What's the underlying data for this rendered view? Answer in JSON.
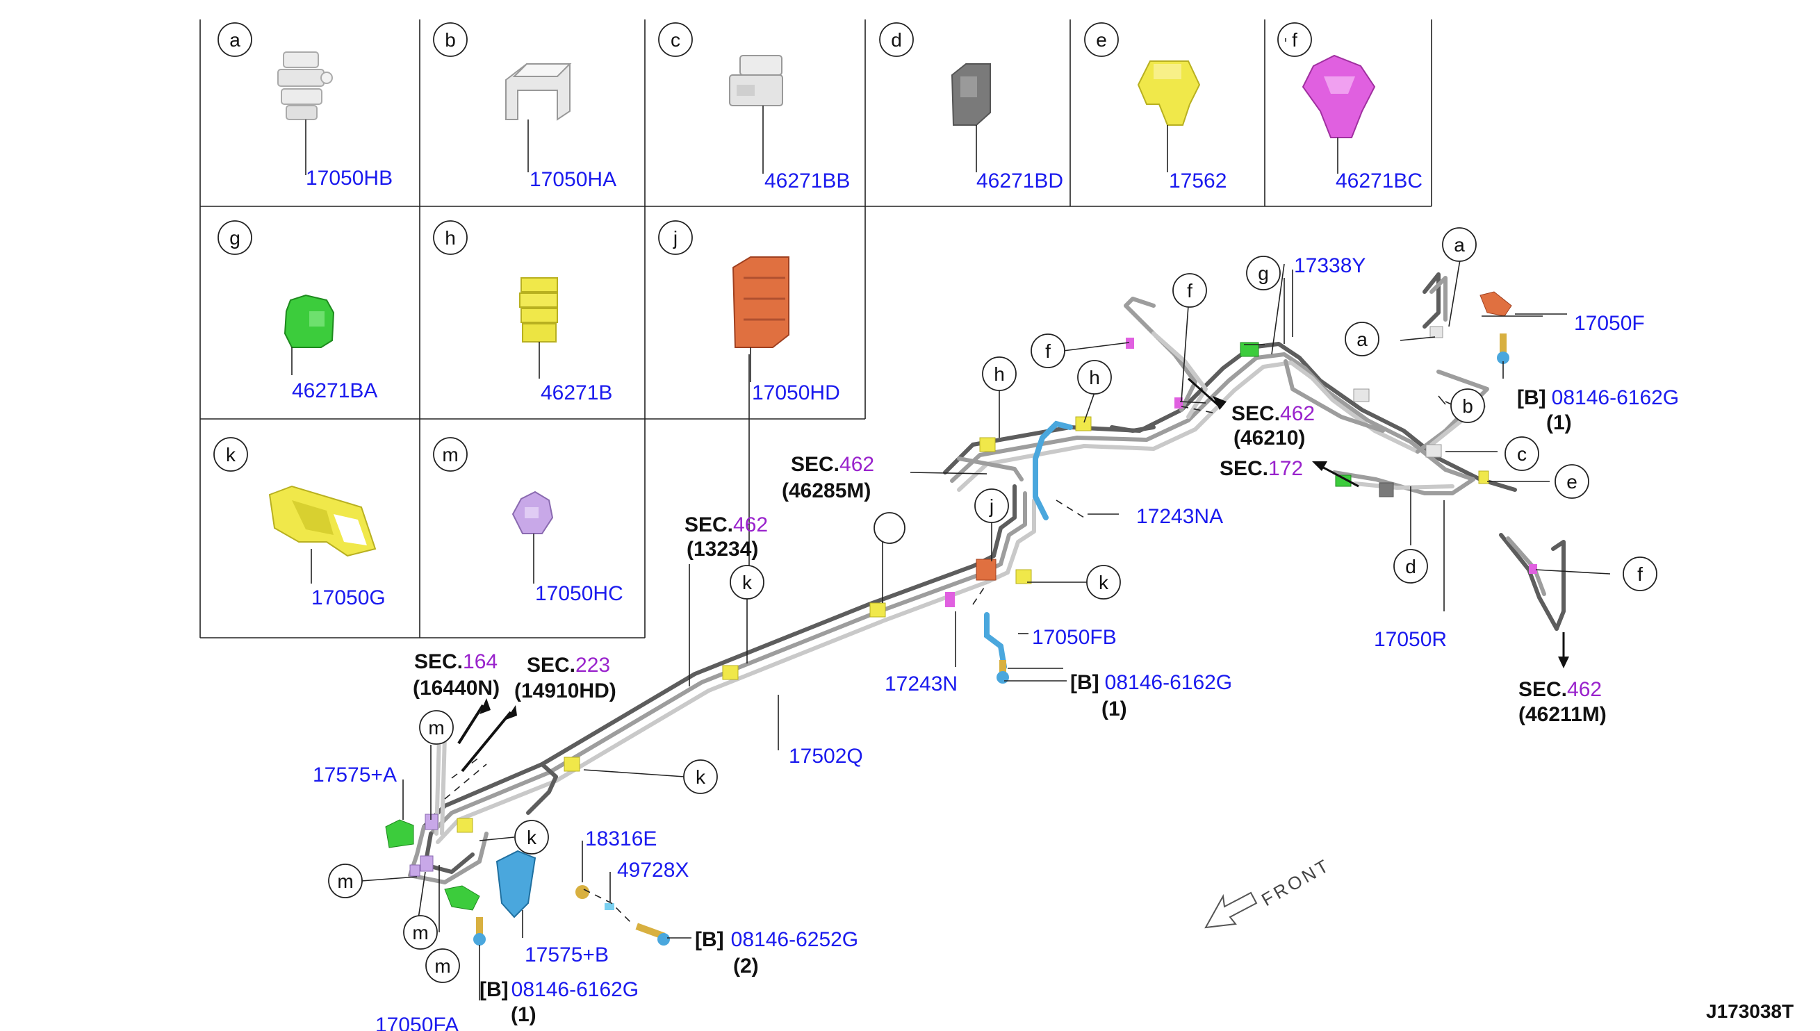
{
  "colors": {
    "part_number": "#1a1aee",
    "section_number": "#9922cc",
    "clip_white": "#e6e6e6",
    "clip_gray": "#7a7a7a",
    "clip_yellow": "#f0e84a",
    "clip_magenta": "#e060e0",
    "clip_green": "#3ccc3c",
    "clip_orange": "#e07040",
    "clip_lavender": "#c8a8e8",
    "clip_blue": "#4aa7dd"
  },
  "legend": [
    {
      "letter": "a",
      "part": "17050HB",
      "icon": "white-clip-icon"
    },
    {
      "letter": "b",
      "part": "17050HA",
      "icon": "white-clip-icon"
    },
    {
      "letter": "c",
      "part": "46271BB",
      "icon": "white-clip-icon"
    },
    {
      "letter": "d",
      "part": "46271BD",
      "icon": "gray-clip-icon"
    },
    {
      "letter": "e",
      "part": "17562",
      "icon": "yellow-clip-icon"
    },
    {
      "letter": "f",
      "part": "46271BC",
      "icon": "magenta-clip-icon"
    },
    {
      "letter": "g",
      "part": "46271BA",
      "icon": "green-clip-icon"
    },
    {
      "letter": "h",
      "part": "46271B",
      "icon": "yellow-clip-icon"
    },
    {
      "letter": "j",
      "part": "17050HD",
      "icon": "orange-clip-icon"
    },
    {
      "letter": "k",
      "part": "17050G",
      "icon": "yellow-clip-icon"
    },
    {
      "letter": "m",
      "part": "17050HC",
      "icon": "lavender-clip-icon"
    }
  ],
  "sections": {
    "s462_46210": {
      "prefix": "SEC.",
      "num": "462",
      "ref": "(46210)"
    },
    "s172": {
      "prefix": "SEC.",
      "num": "172"
    },
    "s462_46285M": {
      "prefix": "SEC.",
      "num": "462",
      "ref": "(46285M)"
    },
    "s462_46211M": {
      "prefix": "SEC.",
      "num": "462",
      "ref": "(46211M)"
    },
    "s164": {
      "prefix": "SEC.",
      "num": "164",
      "ref": "(16440N)"
    },
    "s223": {
      "prefix": "SEC.",
      "num": "223",
      "ref": "(14910HD)"
    },
    "s462_obscured": {
      "prefix": "SEC.",
      "num": "462",
      "ref": "(13234)"
    }
  },
  "parts": {
    "p17338Y": "17338Y",
    "p17050F": "17050F",
    "p17243NA": "17243NA",
    "p17050FB": "17050FB",
    "p17243N": "17243N",
    "p17050R": "17050R",
    "p17502Q": "17502Q",
    "p17575A": "17575+A",
    "p18316E": "18316E",
    "p49728X": "49728X",
    "p17575B": "17575+B",
    "p17050FA": "17050FA"
  },
  "bolts": {
    "b1": {
      "tag": "[B]",
      "part": "08146-6162G",
      "qty": "(1)"
    },
    "b2": {
      "tag": "[B]",
      "part": "08146-6162G",
      "qty": "(1)"
    },
    "b3": {
      "tag": "[B]",
      "part": "08146-6162G",
      "qty": "(1)"
    },
    "b4": {
      "tag": "[B]",
      "part": "08146-6252G",
      "qty": "(2)"
    }
  },
  "callouts": {
    "a1": "a",
    "a2": "a",
    "b1": "b",
    "c1": "c",
    "d1": "d",
    "e1": "e",
    "f1": "f",
    "f2": "f",
    "f3": "f",
    "g1": "g",
    "h1": "h",
    "h2": "h",
    "j1": "j",
    "k1": "k",
    "k2": "k",
    "k3": "k",
    "k4": "k",
    "m1": "m",
    "m2": "m",
    "m3": "m",
    "m4": "m",
    "u1": ""
  },
  "front_label": "FRONT",
  "diagram_id": "J173038T"
}
